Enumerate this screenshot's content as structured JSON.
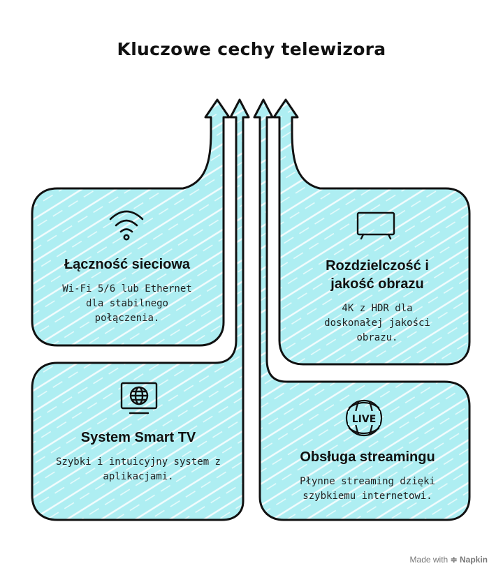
{
  "title": "Kluczowe cechy telewizora",
  "colors": {
    "card_fill": "#aeeef2",
    "stroke": "#111111",
    "hatch": "#ffffff"
  },
  "cards": [
    {
      "id": "network",
      "icon": "wifi-icon",
      "heading": "Łączność sieciowa",
      "description": "Wi-Fi 5/6 lub Ethernet dla stabilnego połączenia."
    },
    {
      "id": "resolution",
      "icon": "tv-screen-icon",
      "heading": "Rozdzielczość i jakość obrazu",
      "description": "4K z HDR dla doskonałej jakości obrazu."
    },
    {
      "id": "smart",
      "icon": "globe-tv-icon",
      "heading": "System Smart TV",
      "description": "Szybki i intuicyjny system z aplikacjami."
    },
    {
      "id": "streaming",
      "icon": "live-globe-icon",
      "heading": "Obsługa streamingu",
      "description": "Płynne streaming dzięki szybkiemu internetowi."
    }
  ],
  "footer": {
    "prefix": "Made with",
    "brand": "Napkin"
  }
}
